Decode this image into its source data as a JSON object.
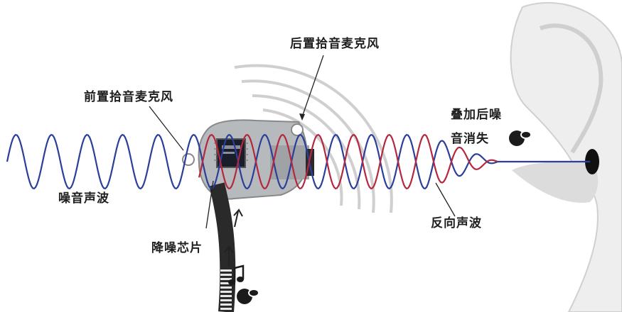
{
  "labels": {
    "rear_mic": "后置拾音麦克风",
    "front_mic": "前置拾音麦克风",
    "superposed": "叠加后噪",
    "superposed_2": "音消失",
    "noise_wave": "噪音声波",
    "anc_chip": "降噪芯片",
    "inverse_wave": "反向声波"
  },
  "colors": {
    "noise_wave": "#2b3f9a",
    "inverse_wave": "#b3283f",
    "earbud": "#b7babd",
    "ear": "#e9e9e9"
  },
  "icons": [
    "music-note-icon",
    "speaker-head-icon",
    "speaker-head-icon"
  ]
}
